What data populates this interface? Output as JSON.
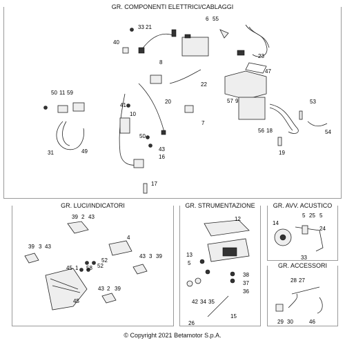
{
  "panels": {
    "main": {
      "title": "GR. COMPONENTI ELETTRICI/CABLAGGI",
      "labels": [
        "6",
        "55",
        "33",
        "21",
        "40",
        "23",
        "8",
        "22",
        "47",
        "50",
        "11",
        "59",
        "41",
        "20",
        "57",
        "9",
        "53",
        "10",
        "7",
        "56",
        "18",
        "54",
        "50",
        "43",
        "31",
        "49",
        "16",
        "19",
        "17"
      ]
    },
    "luci": {
      "title": "GR. LUCI/INDICATORI",
      "labels": [
        "39",
        "2",
        "43",
        "4",
        "39",
        "3",
        "43",
        "52",
        "52",
        "43",
        "3",
        "39",
        "45",
        "1",
        "58",
        "45",
        "43",
        "2",
        "39"
      ]
    },
    "strumentazione": {
      "title": "GR. STRUMENTAZIONE",
      "labels": [
        "12",
        "13",
        "5",
        "38",
        "37",
        "36",
        "42",
        "34",
        "35",
        "15",
        "26"
      ]
    },
    "acustico": {
      "title": "GR. AVV. ACUSTICO",
      "labels": [
        "5",
        "25",
        "5",
        "14",
        "24",
        "33"
      ]
    },
    "accessori": {
      "title": "GR. ACCESSORI",
      "labels": [
        "28",
        "27",
        "29",
        "30",
        "46"
      ]
    }
  },
  "footer": {
    "copyright": "© Copyright 2021 Betamotor S.p.A."
  }
}
